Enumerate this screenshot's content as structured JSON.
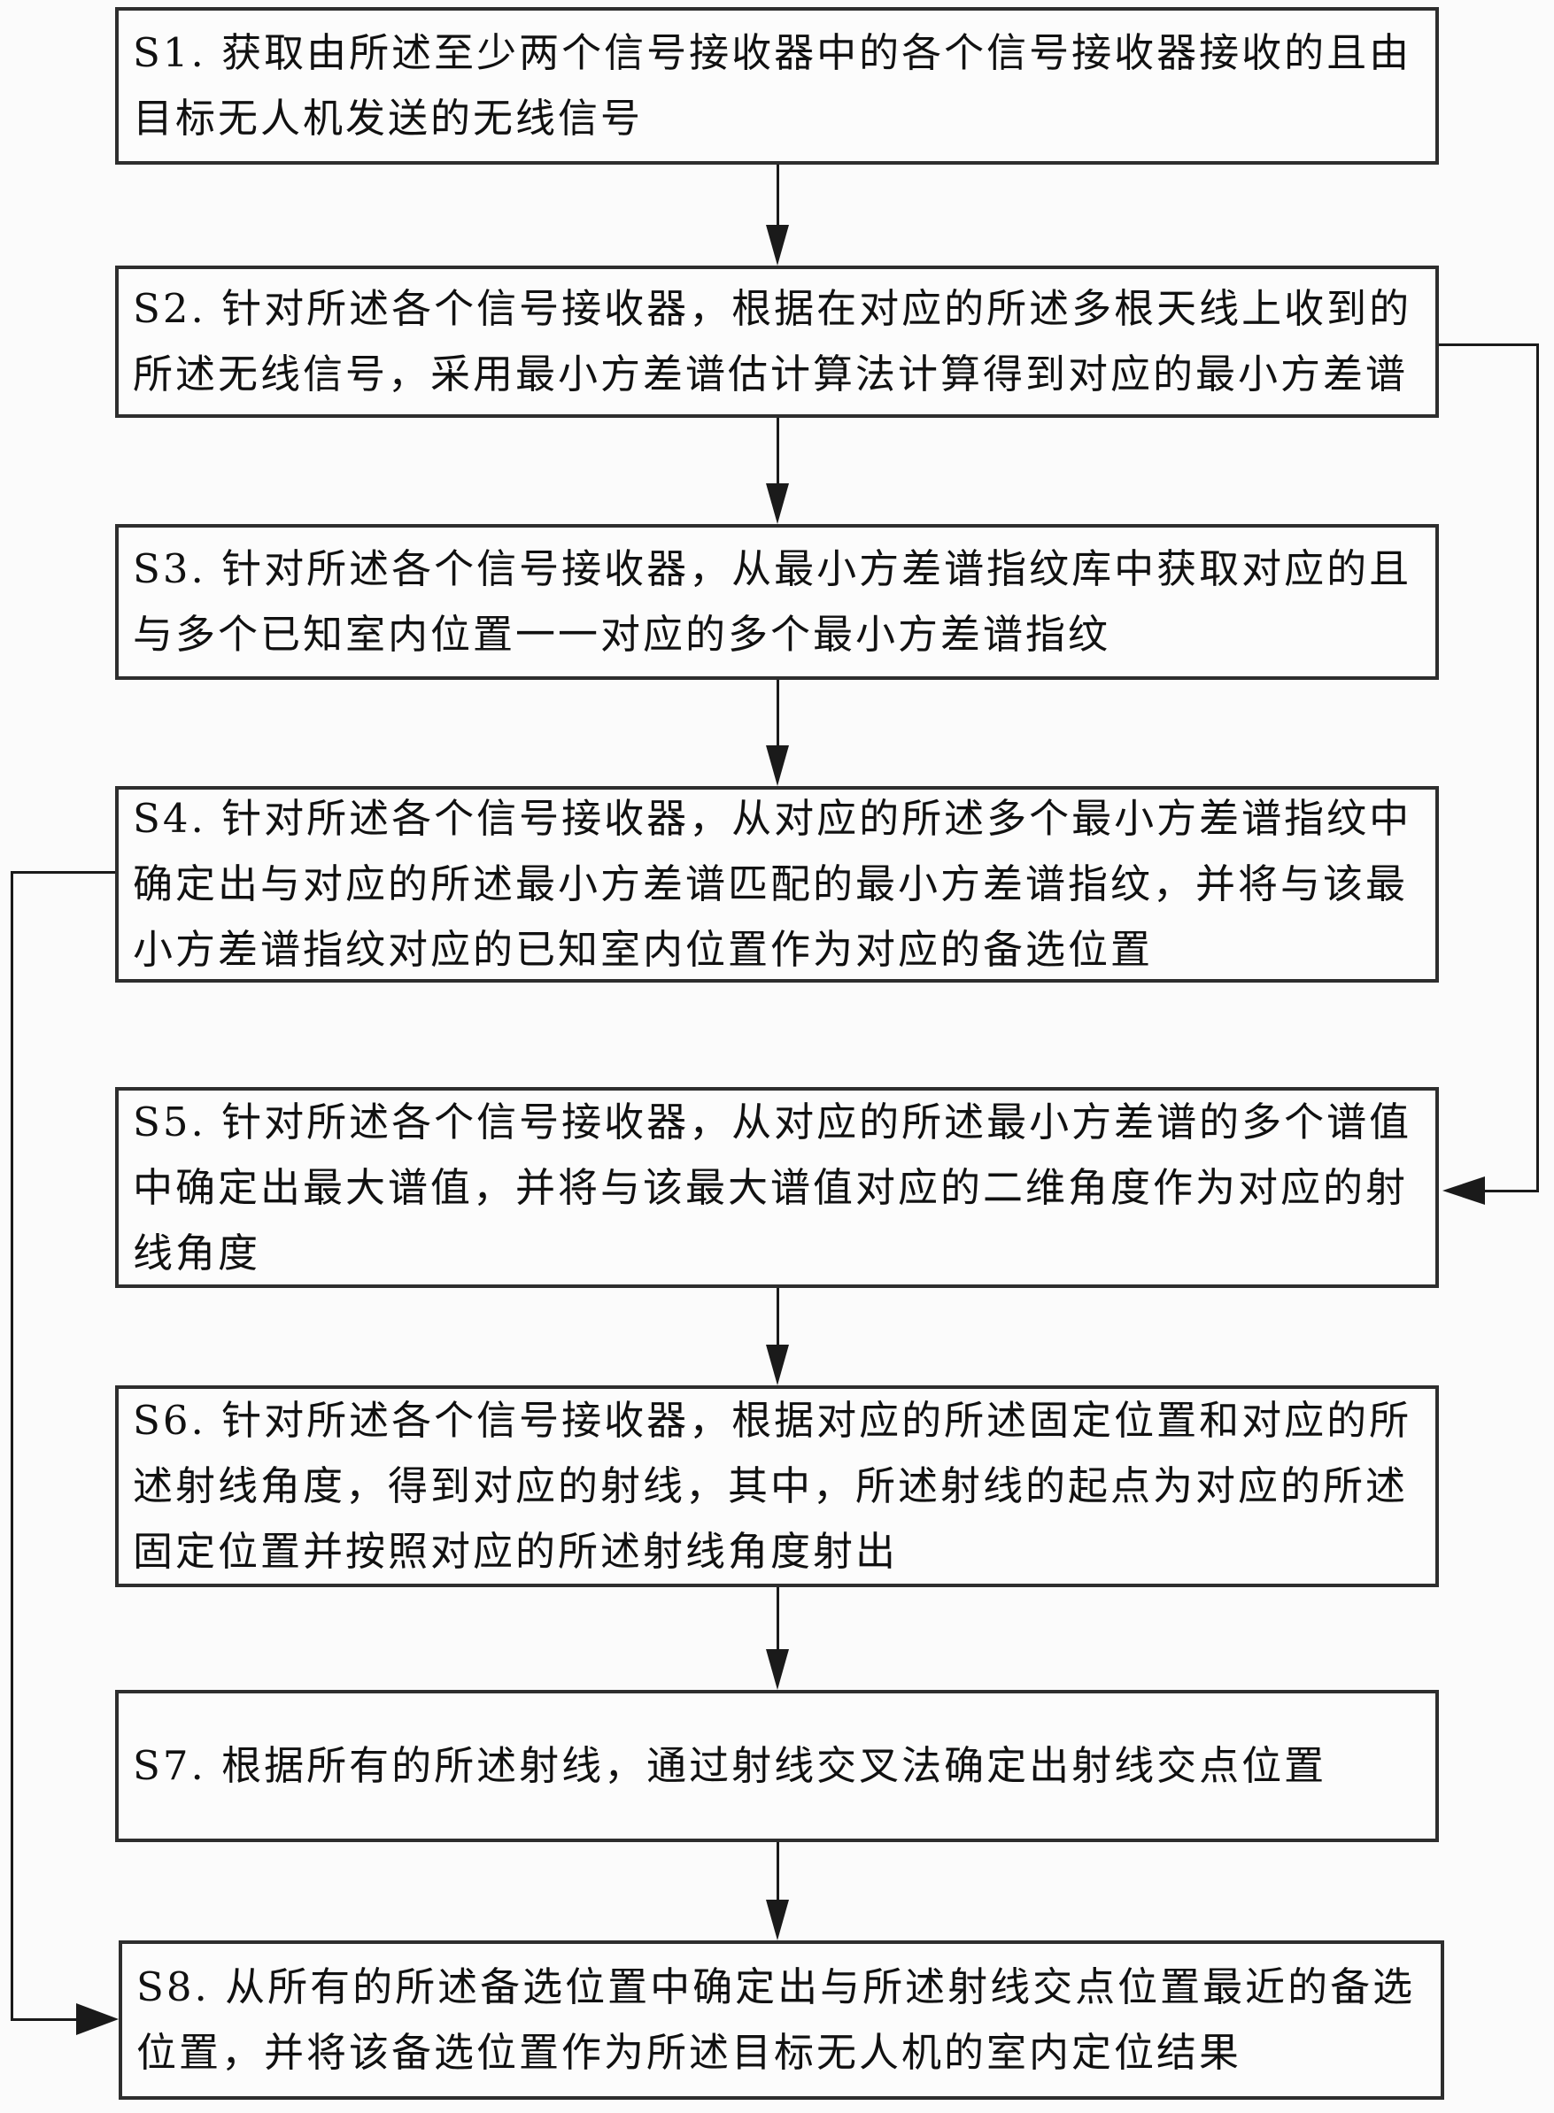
{
  "figure": {
    "type": "flowchart",
    "language": "zh",
    "background": "#fbfbfb",
    "box_border_color": "#2e2e2e",
    "line_color": "#1a1a1a",
    "text_color": "#111111"
  },
  "steps": [
    {
      "id": "S1",
      "text": "S1. 获取由所述至少两个信号接收器中的各个信号接收器接收的且由目标无人机发送的无线信号"
    },
    {
      "id": "S2",
      "text": "S2. 针对所述各个信号接收器，根据在对应的所述多根天线上收到的所述无线信号，采用最小方差谱估计算法计算得到对应的最小方差谱"
    },
    {
      "id": "S3",
      "text": "S3. 针对所述各个信号接收器，从最小方差谱指纹库中获取对应的且与多个已知室内位置一一对应的多个最小方差谱指纹"
    },
    {
      "id": "S4",
      "text": "S4. 针对所述各个信号接收器，从对应的所述多个最小方差谱指纹中确定出与对应的所述最小方差谱匹配的最小方差谱指纹，并将与该最小方差谱指纹对应的已知室内位置作为对应的备选位置"
    },
    {
      "id": "S5",
      "text": "S5. 针对所述各个信号接收器，从对应的所述最小方差谱的多个谱值中确定出最大谱值，并将与该最大谱值对应的二维角度作为对应的射线角度"
    },
    {
      "id": "S6",
      "text": "S6. 针对所述各个信号接收器，根据对应的所述固定位置和对应的所述射线角度，得到对应的射线，其中，所述射线的起点为对应的所述固定位置并按照对应的所述射线角度射出"
    },
    {
      "id": "S7",
      "text": "S7. 根据所有的所述射线，通过射线交叉法确定出射线交点位置"
    },
    {
      "id": "S8",
      "text": "S8. 从所有的所述备选位置中确定出与所述射线交点位置最近的备选位置，并将该备选位置作为所述目标无人机的室内定位结果"
    }
  ],
  "connections": [
    {
      "from": "S1",
      "to": "S2",
      "path": "down-center"
    },
    {
      "from": "S2",
      "to": "S3",
      "path": "down-center"
    },
    {
      "from": "S3",
      "to": "S4",
      "path": "down-center"
    },
    {
      "from": "S2",
      "to": "S5",
      "path": "right-side-loop"
    },
    {
      "from": "S5",
      "to": "S6",
      "path": "down-center"
    },
    {
      "from": "S6",
      "to": "S7",
      "path": "down-center"
    },
    {
      "from": "S7",
      "to": "S8",
      "path": "down-center"
    },
    {
      "from": "S4",
      "to": "S8",
      "path": "left-side-loop"
    }
  ]
}
